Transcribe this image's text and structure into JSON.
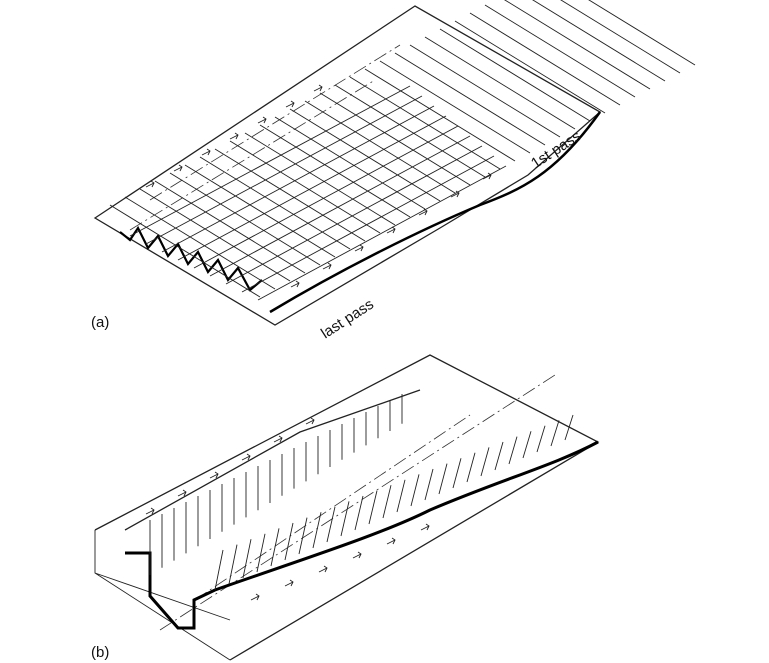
{
  "figure": {
    "panel_a_label": "(a)",
    "panel_b_label": "(b)",
    "first_pass_label": "1st pass",
    "last_pass_label": "last pass"
  },
  "colors": {
    "ink": "#222222",
    "background": "#ffffff"
  }
}
